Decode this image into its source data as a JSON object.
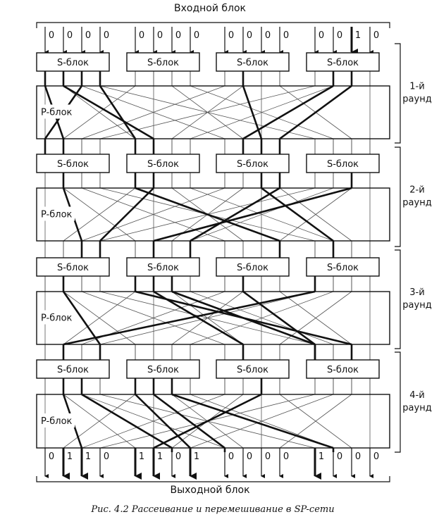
{
  "header": {
    "input_title": "Входной блок",
    "output_title": "Выходной блок"
  },
  "input_bits": [
    "0",
    "0",
    "0",
    "0",
    "0",
    "0",
    "0",
    "0",
    "0",
    "0",
    "0",
    "0",
    "0",
    "0",
    "1",
    "0"
  ],
  "output_bits": [
    "0",
    "1",
    "1",
    "0",
    "1",
    "1",
    "0",
    "1",
    "0",
    "0",
    "0",
    "0",
    "1",
    "0",
    "0",
    "0"
  ],
  "s_block_label": "S-блок",
  "p_block_label": "P-блок",
  "rounds": [
    {
      "label_line1": "1-й",
      "label_line2": "раунд"
    },
    {
      "label_line1": "2-й",
      "label_line2": "раунд"
    },
    {
      "label_line1": "3-й",
      "label_line2": "раунд"
    },
    {
      "label_line1": "4-й",
      "label_line2": "раунд"
    }
  ],
  "caption": "Рис. 4.2 Рассеивание и перемешивание в SP-сети",
  "colors": {
    "line": "#111111",
    "thin_line": "#555555",
    "background": "#ffffff"
  }
}
